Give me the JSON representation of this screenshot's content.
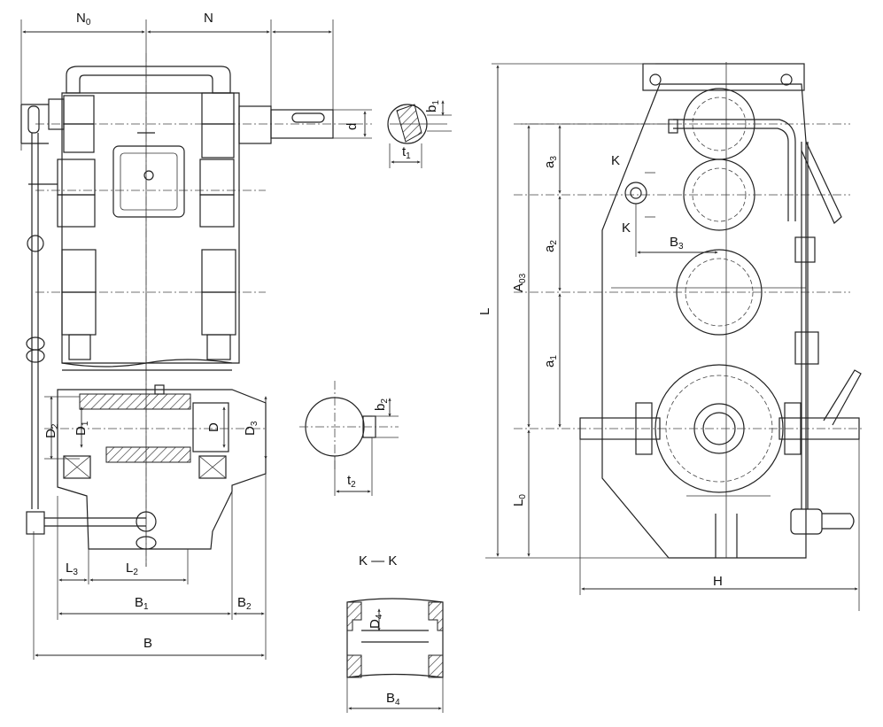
{
  "labels": {
    "N0": {
      "base": "N",
      "sub": "0"
    },
    "N": {
      "base": "N"
    },
    "d": {
      "base": "d"
    },
    "b1": {
      "base": "b",
      "sub": "1"
    },
    "t1": {
      "base": "t",
      "sub": "1"
    },
    "b2": {
      "base": "b",
      "sub": "2"
    },
    "t2": {
      "base": "t",
      "sub": "2"
    },
    "D2": {
      "base": "D",
      "sub": "2"
    },
    "D1_left": {
      "base": "D",
      "sub": "1"
    },
    "D_right": {
      "base": "D"
    },
    "D3": {
      "base": "D",
      "sub": "3"
    },
    "L3": {
      "base": "L",
      "sub": "3"
    },
    "L2": {
      "base": "L",
      "sub": "2"
    },
    "B1": {
      "base": "B",
      "sub": "1"
    },
    "B2": {
      "base": "B",
      "sub": "2"
    },
    "B": {
      "base": "B"
    },
    "KK": {
      "base": "K — K"
    },
    "D4": {
      "base": "D",
      "sub": "4"
    },
    "B4": {
      "base": "B",
      "sub": "4"
    },
    "L": {
      "base": "L"
    },
    "A03": {
      "base": "A",
      "sub": "03"
    },
    "a3": {
      "base": "a",
      "sub": "3"
    },
    "a2": {
      "base": "a",
      "sub": "2"
    },
    "a1": {
      "base": "a",
      "sub": "1"
    },
    "L0": {
      "base": "L",
      "sub": "0"
    },
    "K_top": {
      "base": "K"
    },
    "K_bottom": {
      "base": "K"
    },
    "B3": {
      "base": "B",
      "sub": "3"
    },
    "H": {
      "base": "H"
    }
  }
}
